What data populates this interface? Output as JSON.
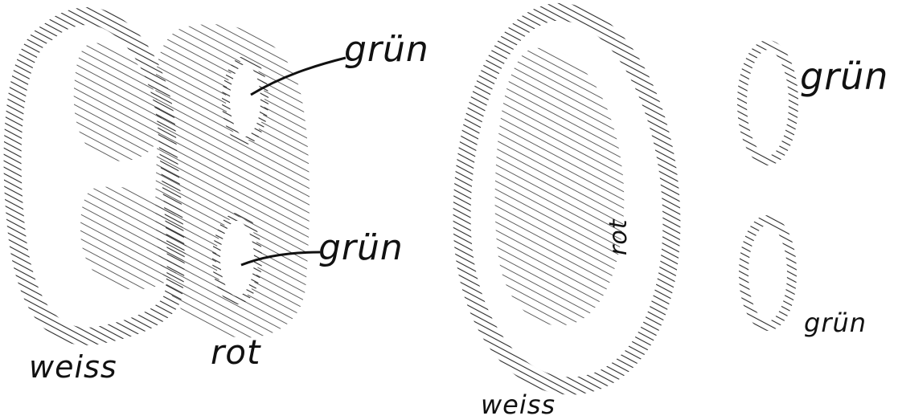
{
  "labels": {
    "left_weiss": "weiss",
    "left_rot": "rot",
    "left_gruen_top": "grün",
    "left_gruen_bottom": "grün",
    "mid_weiss": "weiss",
    "mid_rot": "rot",
    "right_gruen_top": "grün",
    "right_gruen_bottom": "grün"
  },
  "colors": {
    "ink": "#111111",
    "hatch": "#2a2a2a",
    "background": "#ffffff"
  }
}
